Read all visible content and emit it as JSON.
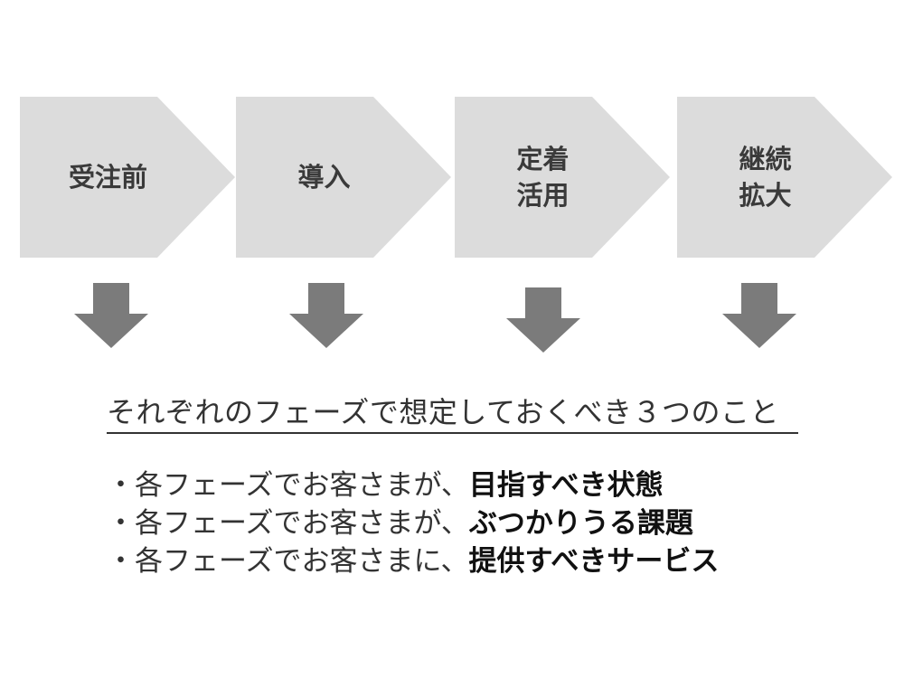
{
  "phases": [
    {
      "lines": [
        "受注前"
      ]
    },
    {
      "lines": [
        "導入"
      ]
    },
    {
      "lines": [
        "定着",
        "活用"
      ]
    },
    {
      "lines": [
        "継続",
        "拡大"
      ]
    }
  ],
  "heading": "それぞれのフェーズで想定しておくべき３つのこと",
  "points": [
    {
      "normal": "・各フェーズでお客さまが、",
      "bold": "目指すべき状態"
    },
    {
      "normal": "・各フェーズでお客さまが、",
      "bold": "ぶつかりうる課題"
    },
    {
      "normal": "・各フェーズでお客さまに、",
      "bold": "提供すべきサービス"
    }
  ],
  "colors": {
    "phase_fill": "#dcdcdc",
    "arrow_fill": "#7b7b7b",
    "text": "#333333"
  }
}
